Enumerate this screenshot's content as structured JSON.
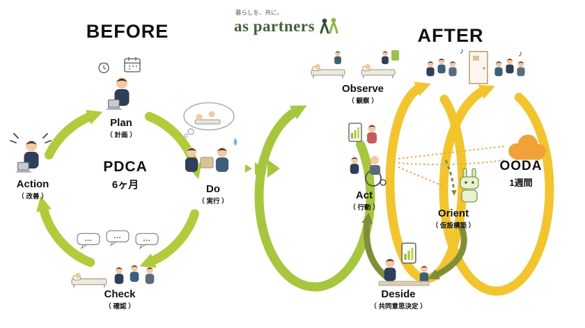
{
  "brand": {
    "tagline": "暮らしを、共に。",
    "name": "as partners"
  },
  "before": {
    "title": "BEFORE",
    "cycle": {
      "name": "PDCA",
      "duration": "6ヶ月"
    },
    "steps": {
      "plan": {
        "label": "Plan",
        "sub": "（ 計画 ）"
      },
      "do": {
        "label": "Do",
        "sub": "（ 実行 ）"
      },
      "check": {
        "label": "Check",
        "sub": "（ 確認 ）"
      },
      "action": {
        "label": "Action",
        "sub": "（ 改善 ）"
      }
    }
  },
  "after": {
    "title": "AFTER",
    "cycle": {
      "name": "OODA",
      "duration": "1週間"
    },
    "steps": {
      "observe": {
        "label": "Observe",
        "sub": "（ 観察 ）"
      },
      "orient": {
        "label": "Orient",
        "sub": "（ 仮設構築 ）"
      },
      "deside": {
        "label": "Deside",
        "sub": "（ 共同意思決定 ）"
      },
      "act": {
        "label": "Act",
        "sub": "（ 行動 ）"
      }
    }
  },
  "decor": {
    "music_note": "♪",
    "ellipsis": "…"
  },
  "colors": {
    "pdca_arrow": "#b3ca3c",
    "ooda_green": "#a7c63e",
    "ooda_yellow": "#f2c52f",
    "olive": "#7f8f39",
    "cloud": "#f0a238",
    "dotted": "#e9a63e",
    "logo_green": "#47603b"
  }
}
